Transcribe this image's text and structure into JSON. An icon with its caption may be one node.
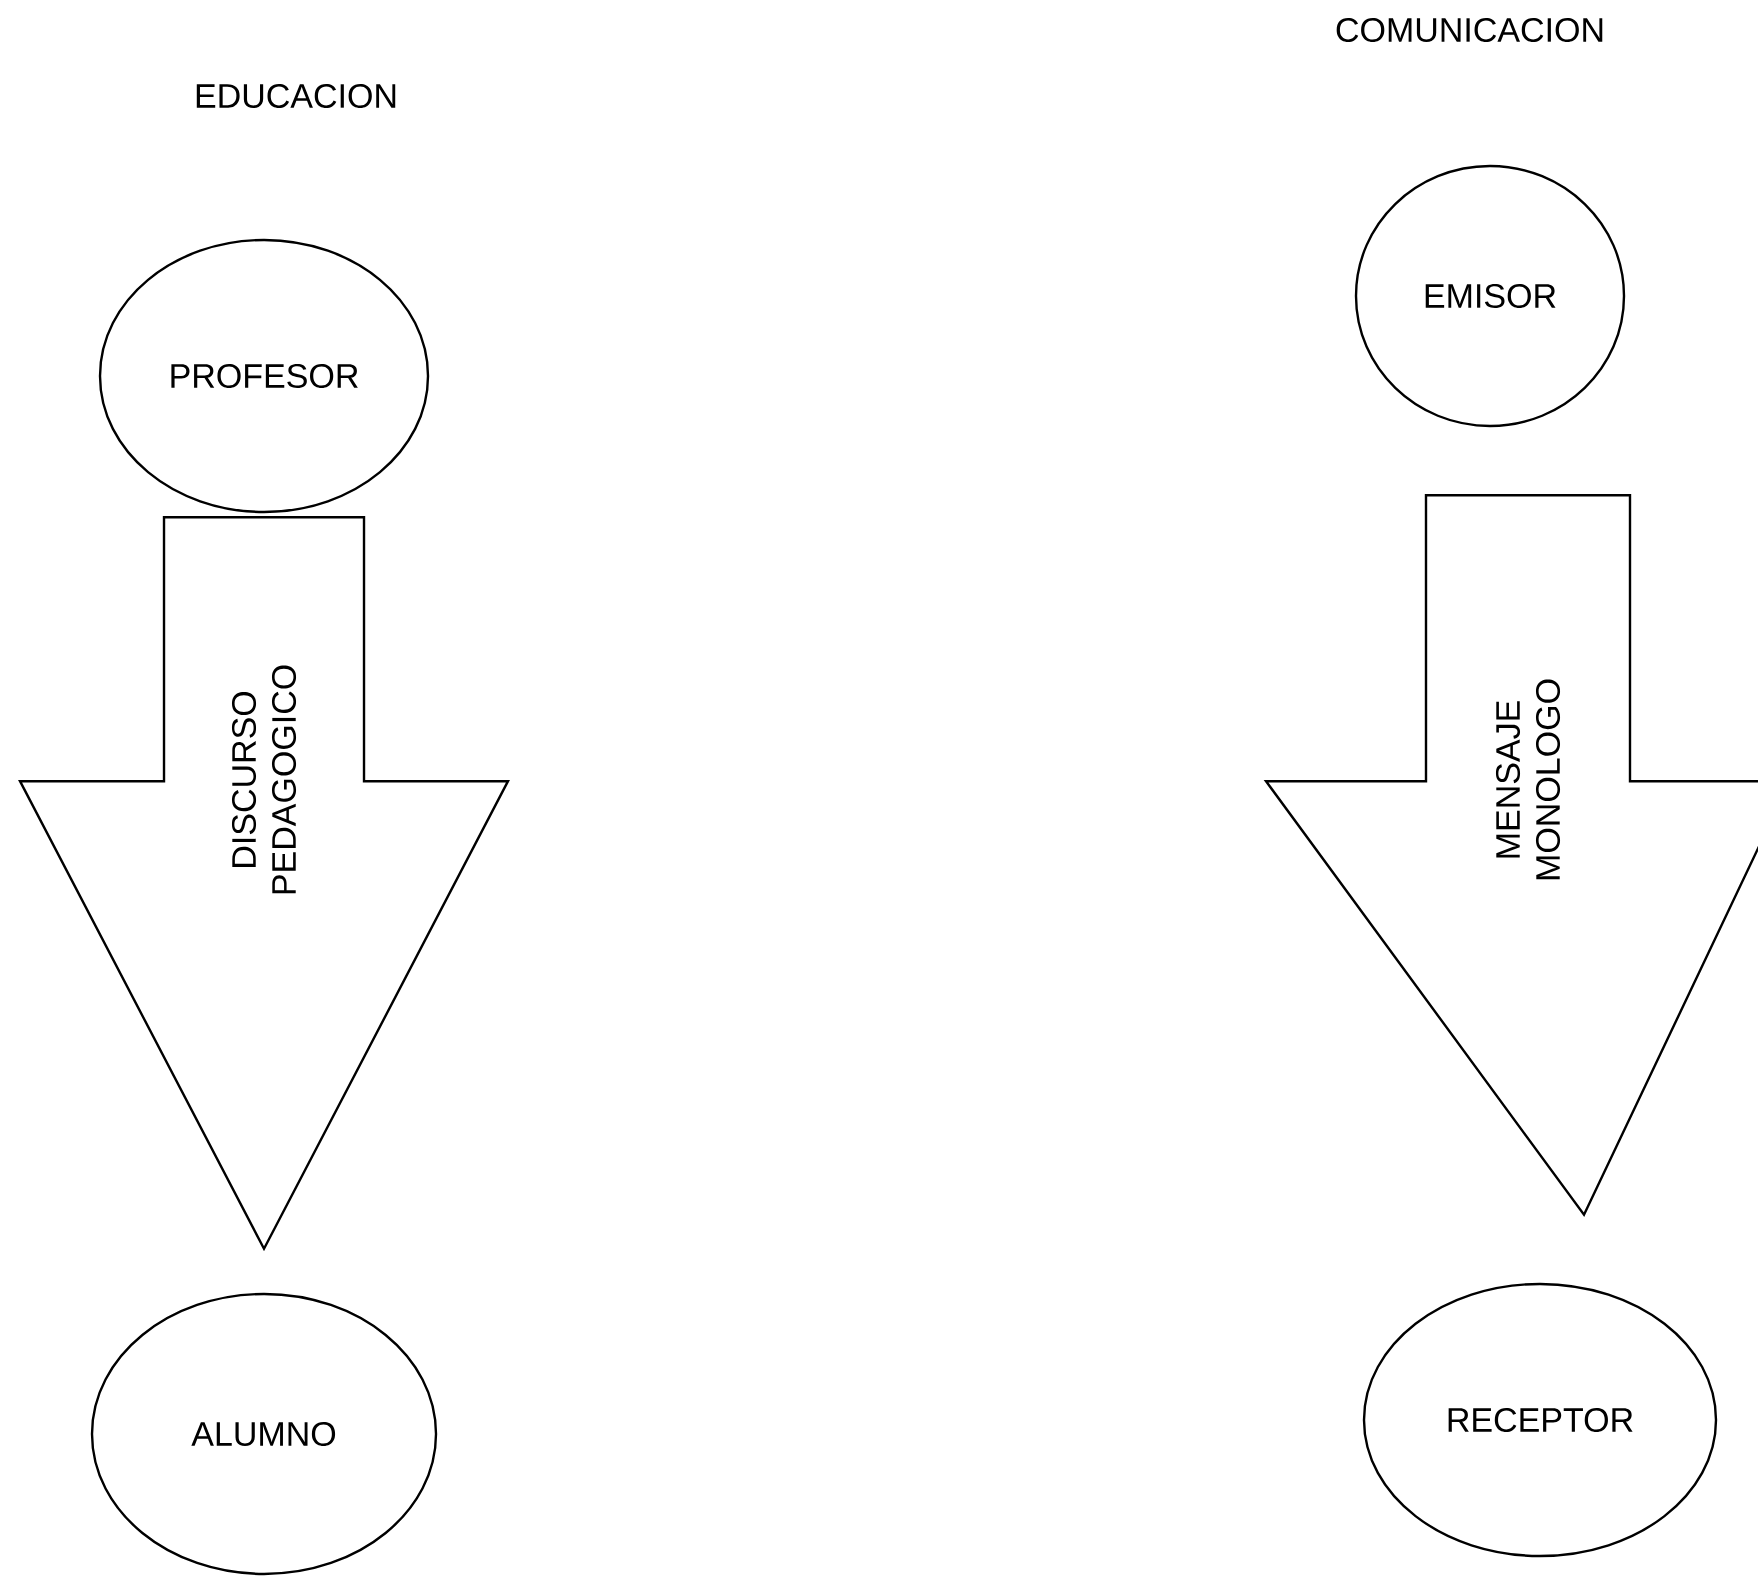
{
  "diagram": {
    "nodes": [
      {
        "text": [
          "PROFESOR"
        ]
      },
      {
        "text": [
          "ALUMNO"
        ]
      },
      {
        "text": [
          "EMISOR"
        ]
      },
      {
        "text": [
          "RECEPTOR"
        ]
      }
    ],
    "edges": [
      {
        "from": 0,
        "to": 1,
        "arrow": "to",
        "label": "DISCURSO PEDAGOGICO"
      },
      {
        "from": 2,
        "to": 3,
        "arrow": "to",
        "label": "MENSAJE MONOLOGO"
      }
    ],
    "labels": [
      "EDUCACION",
      "COMUNICACION"
    ]
  }
}
